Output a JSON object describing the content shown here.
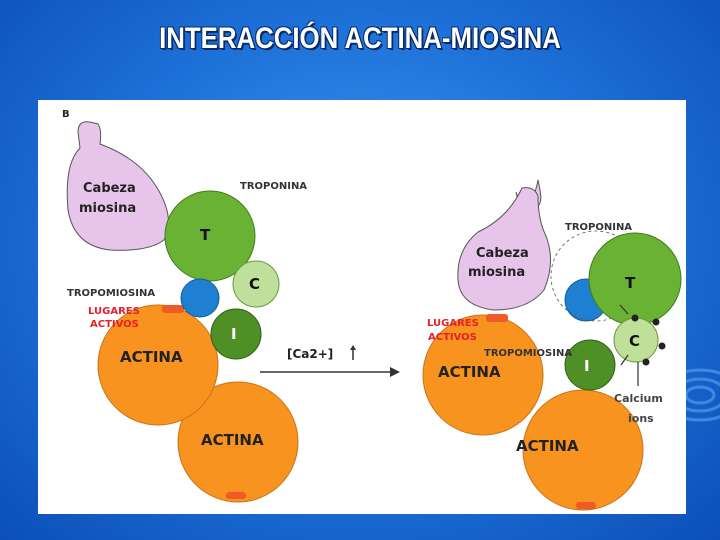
{
  "slide": {
    "title": "INTERACCIÓN ACTINA-MIOSINA"
  },
  "diagram": {
    "panel_letter": "B",
    "left": {
      "head_label_line1": "Cabeza",
      "head_label_line2": "miosina",
      "troponina": "TROPONINA",
      "tropomiosina": "TROPOMIOSINA",
      "lugares_line1": "LUGARES",
      "lugares_line2": "ACTIVOS",
      "t": "T",
      "c": "C",
      "i": "I",
      "actina_top": "ACTINA",
      "actina_bottom": "ACTINA"
    },
    "arrow_label": "[Ca2+]",
    "right": {
      "head_label_line1": "Cabeza",
      "head_label_line2": "miosina",
      "troponina": "TROPONINA",
      "tropomiosina": "TROPOMIOSINA",
      "lugares_line1": "LUGARES",
      "lugares_line2": "ACTIVOS",
      "t": "T",
      "c": "C",
      "i": "I",
      "actina_top": "ACTINA",
      "actina_bottom": "ACTINA",
      "calcium_line1": "Calcium",
      "calcium_line2": "ions"
    },
    "colors": {
      "myosin": "#e7c4ea",
      "troponin_t": "#6ab234",
      "troponin_c": "#bfe09a",
      "troponin_i": "#4e8f26",
      "tropomyosin": "#1f7fd1",
      "actin": "#f7931e",
      "active_site": "#f05a24",
      "label_red": "#e5202a",
      "label_dark": "#333333"
    }
  }
}
